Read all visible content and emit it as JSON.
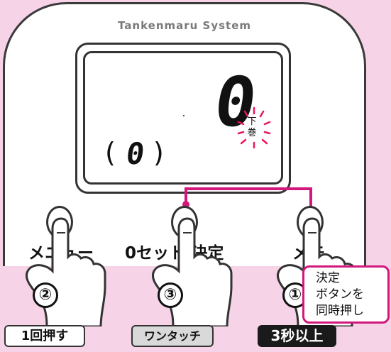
{
  "device": {
    "brand": "Tankenmaru System"
  },
  "display": {
    "main_digit": "0",
    "sub_digit": "0",
    "paren_left": "(",
    "paren_right": ")",
    "lower_volume_chars": [
      "下",
      "巻"
    ]
  },
  "buttons": [
    {
      "label": "メニュー",
      "step": "②",
      "caption": "1回押す"
    },
    {
      "label": "0セット/決定",
      "step": "③",
      "caption": "ワンタッチ"
    },
    {
      "label": "メモ",
      "step": "①",
      "caption": "3秒以上"
    }
  ],
  "callout": {
    "lines": [
      "決定",
      "ボタンを",
      "同時押し"
    ]
  },
  "colors": {
    "background": "#f6d3e6",
    "accent_magenta": "#d2187c",
    "outline": "#333333"
  }
}
